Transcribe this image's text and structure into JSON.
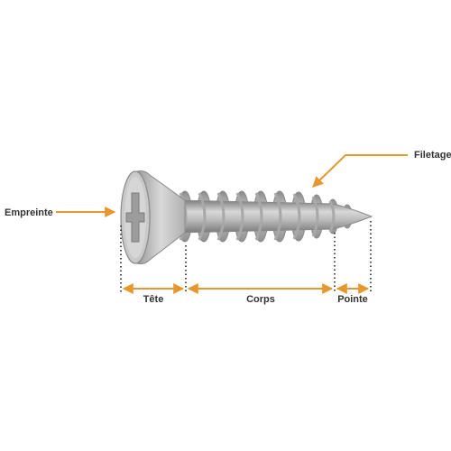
{
  "labels": {
    "empreinte": "Empreinte",
    "filetage": "Filetage",
    "tete": "Tête",
    "corps": "Corps",
    "pointe": "Pointe"
  },
  "colors": {
    "accent": "#E8962E",
    "text": "#333333",
    "metal_dark": "#8f8f8f",
    "metal_light": "#dedede",
    "dotted": "#222222"
  }
}
